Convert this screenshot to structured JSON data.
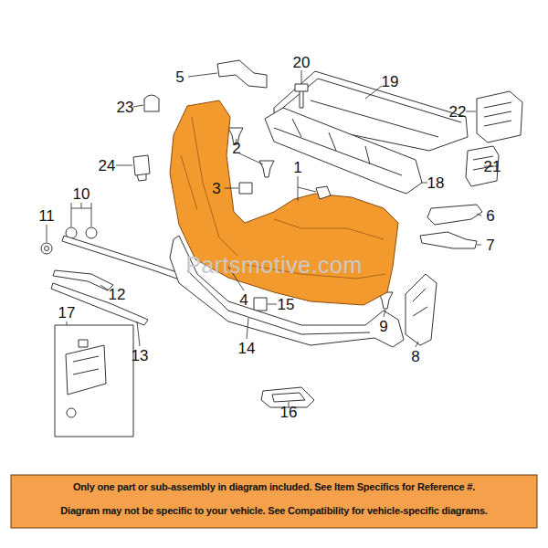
{
  "diagram": {
    "labels": [
      "20",
      "5",
      "19",
      "23",
      "22",
      "2",
      "24",
      "1",
      "21",
      "3",
      "18",
      "10",
      "6",
      "11",
      "7",
      "12",
      "4",
      "15",
      "9",
      "17",
      "13",
      "14",
      "8",
      "16",
      "Partsmotive.com",
      "Only one part or sub-assembly in diagram included. See Item Specifics for Reference #.",
      "Diagram may not be specific to your vehicle. See Compatibility for vehicle-specific diagrams."
    ]
  }
}
